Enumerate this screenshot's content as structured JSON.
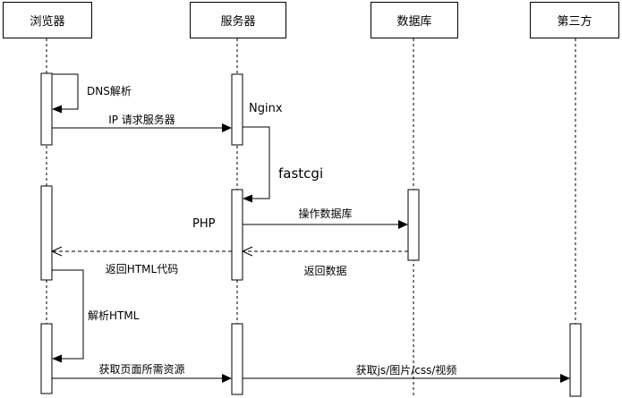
{
  "diagram": {
    "type": "sequence-diagram",
    "participants": [
      {
        "label": "浏览器"
      },
      {
        "label": "服务器"
      },
      {
        "label": "数据库"
      },
      {
        "label": "第三方"
      }
    ],
    "messages": {
      "dns": "DNS解析",
      "ip_request": "IP 请求服务器",
      "nginx": "Nginx",
      "fastcgi": "fastcgi",
      "php": "PHP",
      "op_db": "操作数据库",
      "return_data": "返回数据",
      "return_html": "返回HTML代码",
      "parse_html": "解析HTML",
      "fetch_resources": "获取页面所需资源",
      "fetch_assets": "获取js/图片/css/视频"
    },
    "colors": {
      "line": "#000000",
      "background": "#ffffff",
      "box_fill": "#ffffff"
    }
  }
}
